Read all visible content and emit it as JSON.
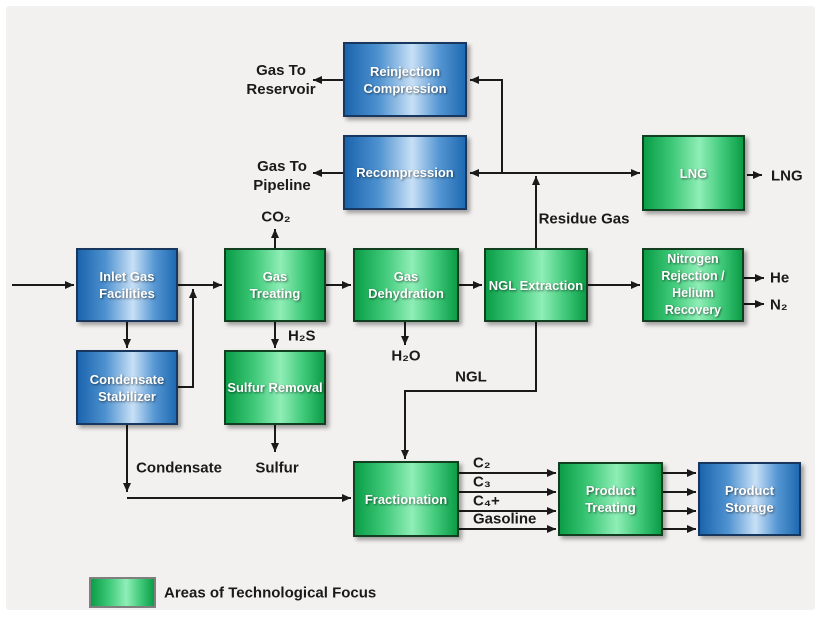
{
  "diagram": {
    "colors": {
      "background": "#f2f1ef",
      "line": "#1a1a1a",
      "blue_node_border": "#17375e",
      "blue_node_dark": "#1b64ad",
      "blue_node_light": "#c8e0f6",
      "green_node_border": "#123f1f",
      "green_node_dark": "#0b9d47",
      "green_node_light": "#8feeb7"
    },
    "nodes": {
      "reinjection_compression": {
        "label": "Reinjection\nCompression",
        "style": "blue"
      },
      "recompression": {
        "label": "Recompression",
        "style": "blue"
      },
      "lng": {
        "label": "LNG",
        "style": "green"
      },
      "inlet_gas_facilities": {
        "label": "Inlet Gas\nFacilities",
        "style": "blue"
      },
      "gas_treating": {
        "label": "Gas\nTreating",
        "style": "green"
      },
      "gas_dehydration": {
        "label": "Gas\nDehydration",
        "style": "green"
      },
      "ngl_extraction": {
        "label": "NGL Extraction",
        "style": "green"
      },
      "nitrogen_rejection_helium_recovery": {
        "label": "Nitrogen\nRejection /\nHelium\nRecovery",
        "style": "green"
      },
      "condensate_stabilizer": {
        "label": "Condensate\nStabilizer",
        "style": "blue"
      },
      "sulfur_removal": {
        "label": "Sulfur Removal",
        "style": "green"
      },
      "fractionation": {
        "label": "Fractionation",
        "style": "green"
      },
      "product_treating": {
        "label": "Product\nTreating",
        "style": "green"
      },
      "product_storage": {
        "label": "Product\nStorage",
        "style": "blue"
      }
    },
    "labels": {
      "gas_to_reservoir": "Gas To\nReservoir",
      "gas_to_pipeline": "Gas To\nPipeline",
      "co2": "CO₂",
      "h2s": "H₂S",
      "h2o": "H₂O",
      "residue_gas": "Residue Gas",
      "lng_out": "LNG",
      "he": "He",
      "n2": "N₂",
      "ngl": "NGL",
      "condensate": "Condensate",
      "sulfur": "Sulfur",
      "c2": "C₂",
      "c3": "C₃",
      "c4_plus": "C₄+",
      "gasoline": "Gasoline"
    },
    "legend": {
      "label": "Areas of Technological Focus"
    }
  }
}
